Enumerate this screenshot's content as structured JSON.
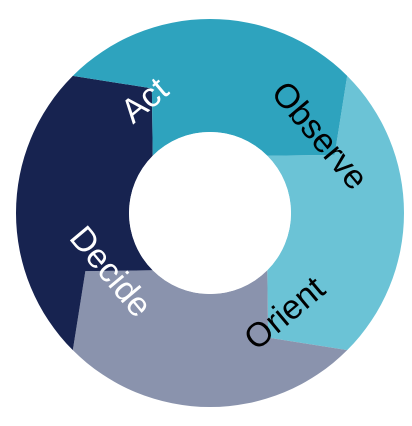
{
  "cycle": {
    "segments": [
      {
        "label": "Observe",
        "color": "#6bc3d6",
        "text_color": "#000000"
      },
      {
        "label": "Orient",
        "color": "#8a93ad",
        "text_color": "#000000"
      },
      {
        "label": "Decide",
        "color": "#172350",
        "text_color": "#ffffff"
      },
      {
        "label": "Act",
        "color": "#2ea3be",
        "text_color": "#ffffff"
      }
    ]
  }
}
